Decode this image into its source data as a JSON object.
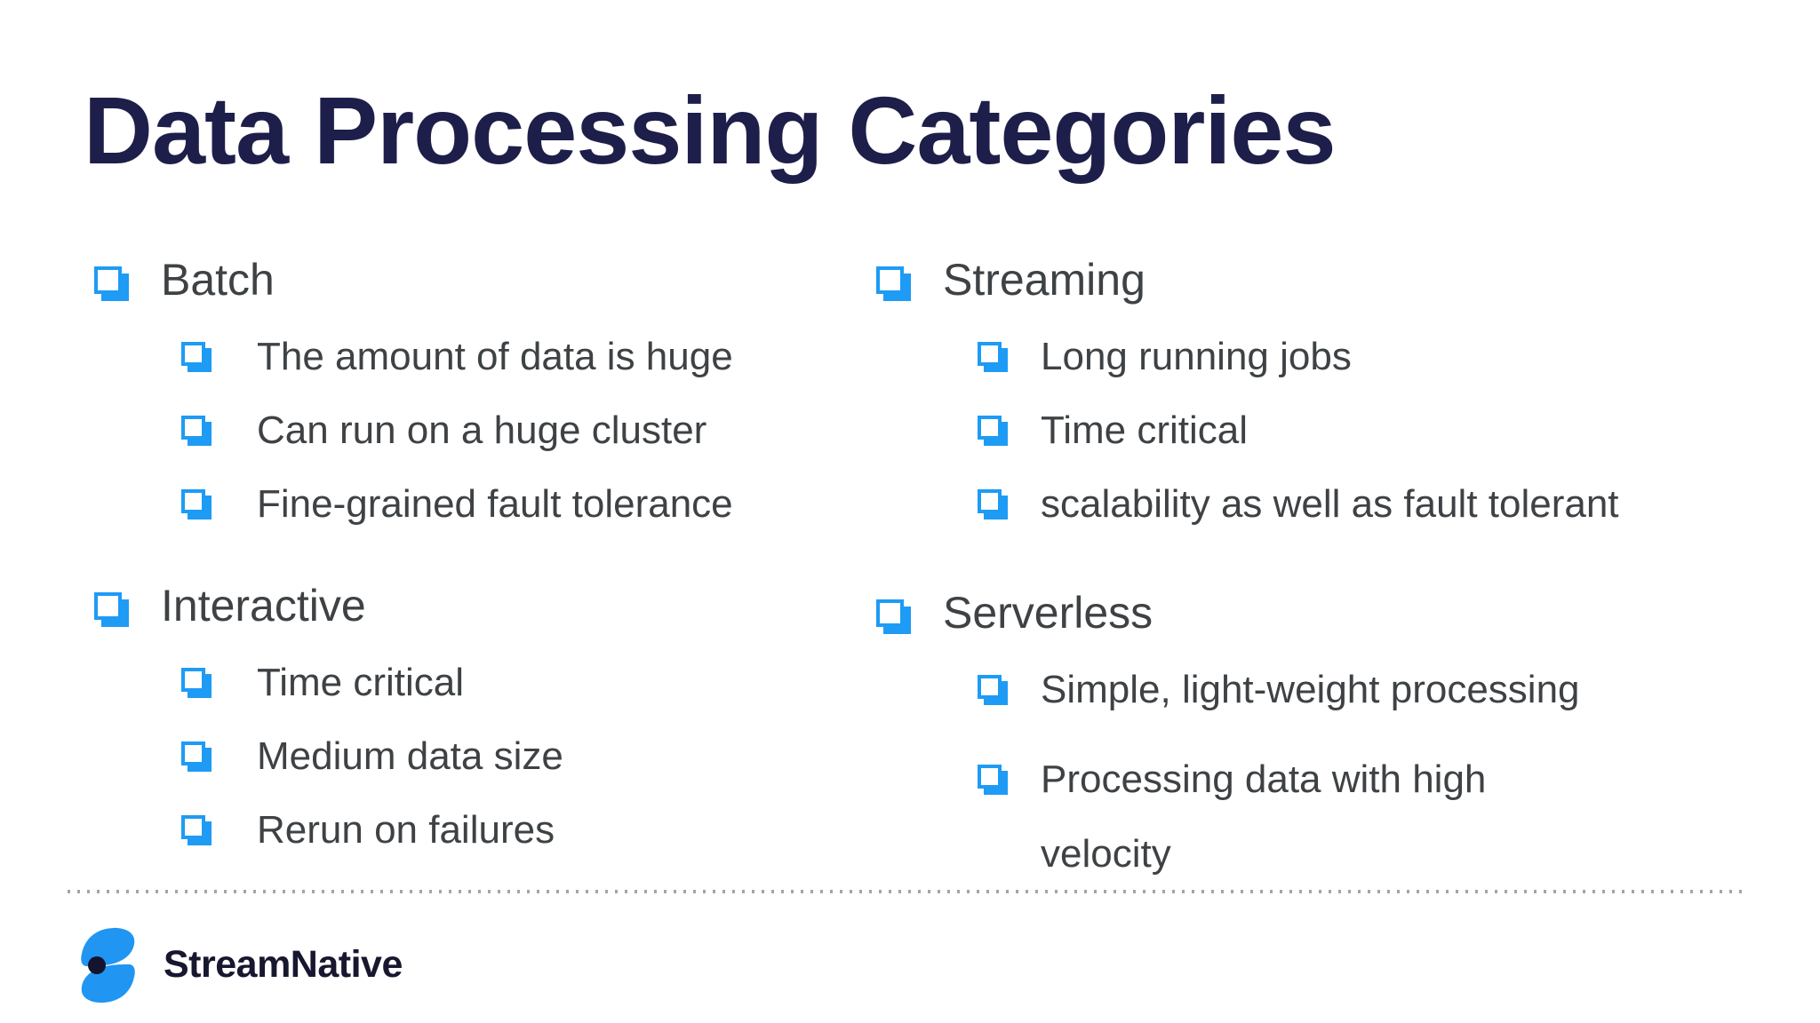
{
  "slide": {
    "title": "Data Processing Categories",
    "sections": [
      {
        "label": "Batch",
        "items": [
          "The amount of data is huge",
          "Can run on a huge cluster",
          "Fine-grained fault tolerance"
        ]
      },
      {
        "label": "Streaming",
        "items": [
          "Long running jobs",
          "Time critical",
          "scalability as well as fault tolerant"
        ]
      },
      {
        "label": "Interactive",
        "items": [
          "Time critical",
          "Medium data size",
          "Rerun on failures"
        ]
      },
      {
        "label": "Serverless",
        "items": [
          "Simple, light-weight processing",
          "Processing data with high velocity"
        ]
      }
    ],
    "footer": {
      "brand": "StreamNative"
    },
    "icons": {
      "bullet": "shadowed-checkbox-square",
      "logo_mark": "streamnative-s-mark"
    },
    "colors": {
      "background": "#FFFFFF",
      "bullet_blue": "#1E9BF5",
      "logo_blue": "#2095F2",
      "title_navy": "#1E1E4A",
      "body_text": "#3E4245",
      "logo_navy": "#17172F",
      "divider_gray": "#A5A5A5"
    }
  }
}
